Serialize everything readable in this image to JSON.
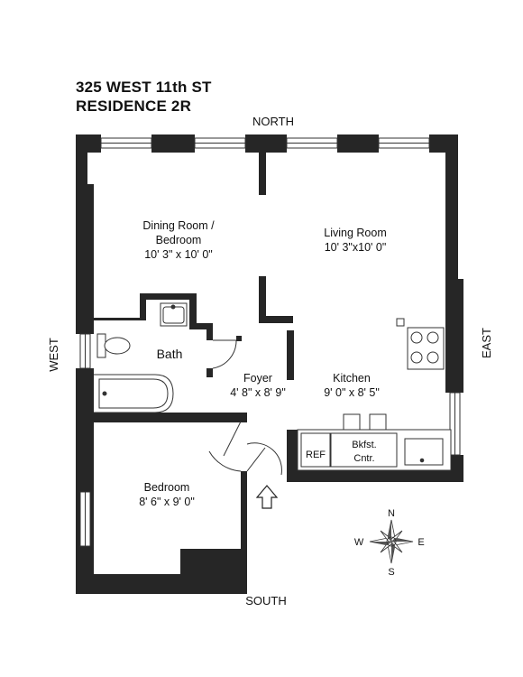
{
  "header": {
    "address": "325 WEST 11th ST",
    "unit": "RESIDENCE 2R"
  },
  "directions": {
    "north": "NORTH",
    "south": "SOUTH",
    "east": "EAST",
    "west": "WEST"
  },
  "rooms": {
    "dining": {
      "name_line1": "Dining Room /",
      "name_line2": "Bedroom",
      "size": "10' 3\" x 10' 0\""
    },
    "living": {
      "name": "Living Room",
      "size": "10' 3\"x10' 0\""
    },
    "bath": {
      "name": "Bath"
    },
    "foyer": {
      "name": "Foyer",
      "size": "4' 8\" x 8' 9\""
    },
    "kitchen": {
      "name": "Kitchen",
      "size": "9' 0\" x 8' 5\""
    },
    "bedroom": {
      "name": "Bedroom",
      "size": "8' 6\" x 9' 0\""
    }
  },
  "fixtures": {
    "ref": "REF",
    "counter_line1": "Bkfst.",
    "counter_line2": "Cntr."
  },
  "compass": {
    "n": "N",
    "s": "S",
    "e": "E",
    "w": "W"
  }
}
